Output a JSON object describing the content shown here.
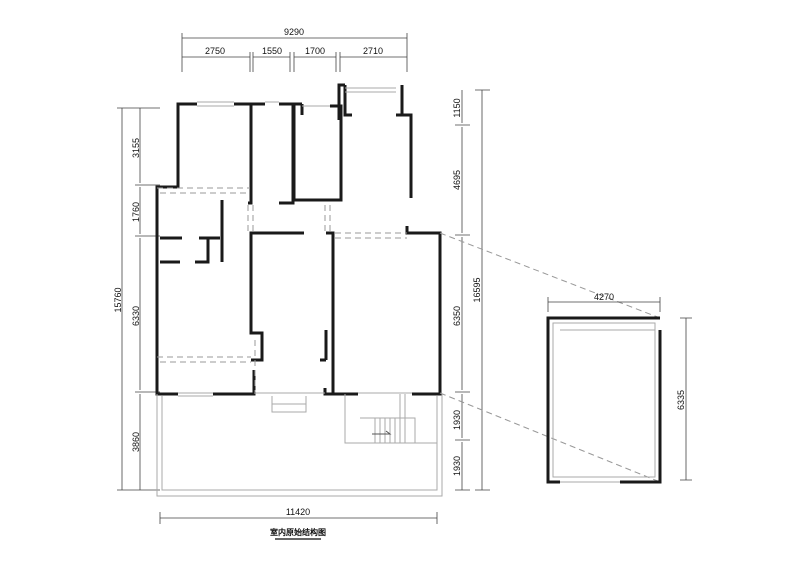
{
  "title": "室内原始结构图",
  "dimensions": {
    "top_total": "9290",
    "top_segments": [
      "2750",
      "1550",
      "1700",
      "2710"
    ],
    "left_total": "15760",
    "left_segments": [
      "3155",
      "1760",
      "6330",
      "3860"
    ],
    "right_total": "16595",
    "right_segments": [
      "1150",
      "4695",
      "6350",
      "1930",
      "1930"
    ],
    "bottom_total": "11420",
    "detail_width": "4270",
    "detail_height": "6335"
  }
}
